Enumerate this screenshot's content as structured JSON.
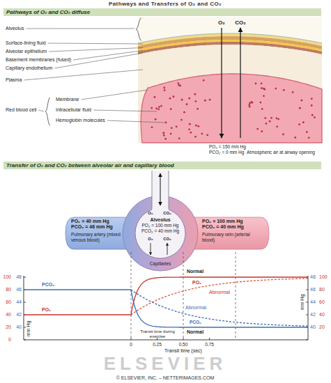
{
  "diagram": {
    "title": "Pathways and Transfers of O₂ and CO₂",
    "nodes": [
      {
        "text": [
          "Pathways of O₂ and CO₂ diffuse"
        ]
      },
      {
        "text": [
          "Transfer of O₂ and CO₂ between alveolar air and capillary blood"
        ]
      },
      {
        "text": [
          "PO₂ = 40 mm Hg",
          "PCO₂ = 46 mm Hg",
          "Pulmonary artery (mixed venous blood)"
        ]
      },
      {
        "text": [
          "Alveolus",
          "PO₂ = 100 mm Hg",
          "PCO₂ = 40 mm Hg"
        ]
      },
      {
        "text": [
          "PO₂ = 100 mm Hg",
          "PCO₂ = 40 mm Hg",
          "Pulmonary vein (arterial blood)"
        ]
      }
    ],
    "labels": [
      "Alveolus",
      "Surface-lining fluid",
      "Alveolar epithelium",
      "Basement membranes (fused)",
      "Capillary endothelium",
      "Plasma",
      "Red blood cell",
      "Membrane",
      "Intracellular fluid",
      "Hemoglobin molecules",
      "O₂",
      "CO₂",
      "PO₂ = 150 mm Hg",
      "PCO₂ = 0 mm Hg",
      "Atmospheric air at airway opening",
      "O₂",
      "CO₂",
      "O₂",
      "CO₂",
      "Capillaries",
      "100",
      "80",
      "60",
      "40",
      "20",
      "0",
      "48",
      "46",
      "44",
      "42",
      "40",
      "mm Hg",
      "mm Hg",
      "100",
      "80",
      "60",
      "40",
      "20",
      "48",
      "46",
      "44",
      "42",
      "40",
      "PCO₂",
      "PO₂",
      "Normal",
      "PO₂",
      "Abnormal",
      "Abnormal",
      "PCO₂",
      "Normal",
      "Transit time during exercise",
      "0",
      "0.25",
      "0.50",
      "0.75",
      "Transit time (sec)",
      "ELSEVIER",
      "© ELSEVIER, INC. – NETTERIMAGES.COM"
    ]
  }
}
